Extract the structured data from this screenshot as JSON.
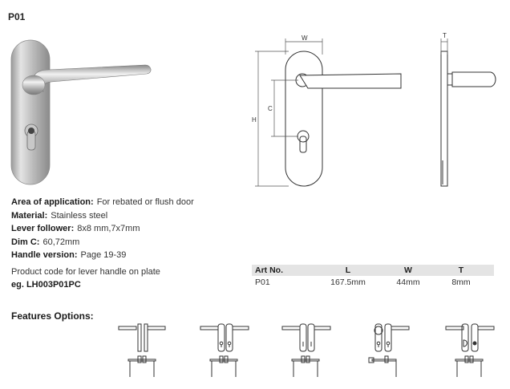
{
  "product": {
    "code": "P01"
  },
  "drawing": {
    "labels": {
      "w": "W",
      "t": "T",
      "h": "H",
      "c": "C"
    }
  },
  "specs": [
    {
      "label": "Area of application:",
      "value": "For rebated or flush door"
    },
    {
      "label": "Material:",
      "value": "Stainless steel"
    },
    {
      "label": "Lever follower:",
      "value": "8x8 mm,7x7mm"
    },
    {
      "label": "Dim C:",
      "value": "60,72mm"
    },
    {
      "label": "Handle version:",
      "value": "Page 19-39"
    }
  ],
  "product_code": {
    "label": "Product code for lever handle on plate",
    "example": "eg. LH003P01PC"
  },
  "table": {
    "headers": [
      "Art No.",
      "L",
      "W",
      "T"
    ],
    "rows": [
      [
        "P01",
        "167.5mm",
        "44mm",
        "8mm"
      ]
    ]
  },
  "features": {
    "title": "Features Options:",
    "options": [
      {
        "icon": "plain-plate-icon"
      },
      {
        "icon": "keyhole-plate-icon"
      },
      {
        "icon": "small-keyhole-plate-icon"
      },
      {
        "icon": "thumb-turn-plate-icon"
      },
      {
        "icon": "dot-indicator-plate-icon"
      }
    ]
  }
}
